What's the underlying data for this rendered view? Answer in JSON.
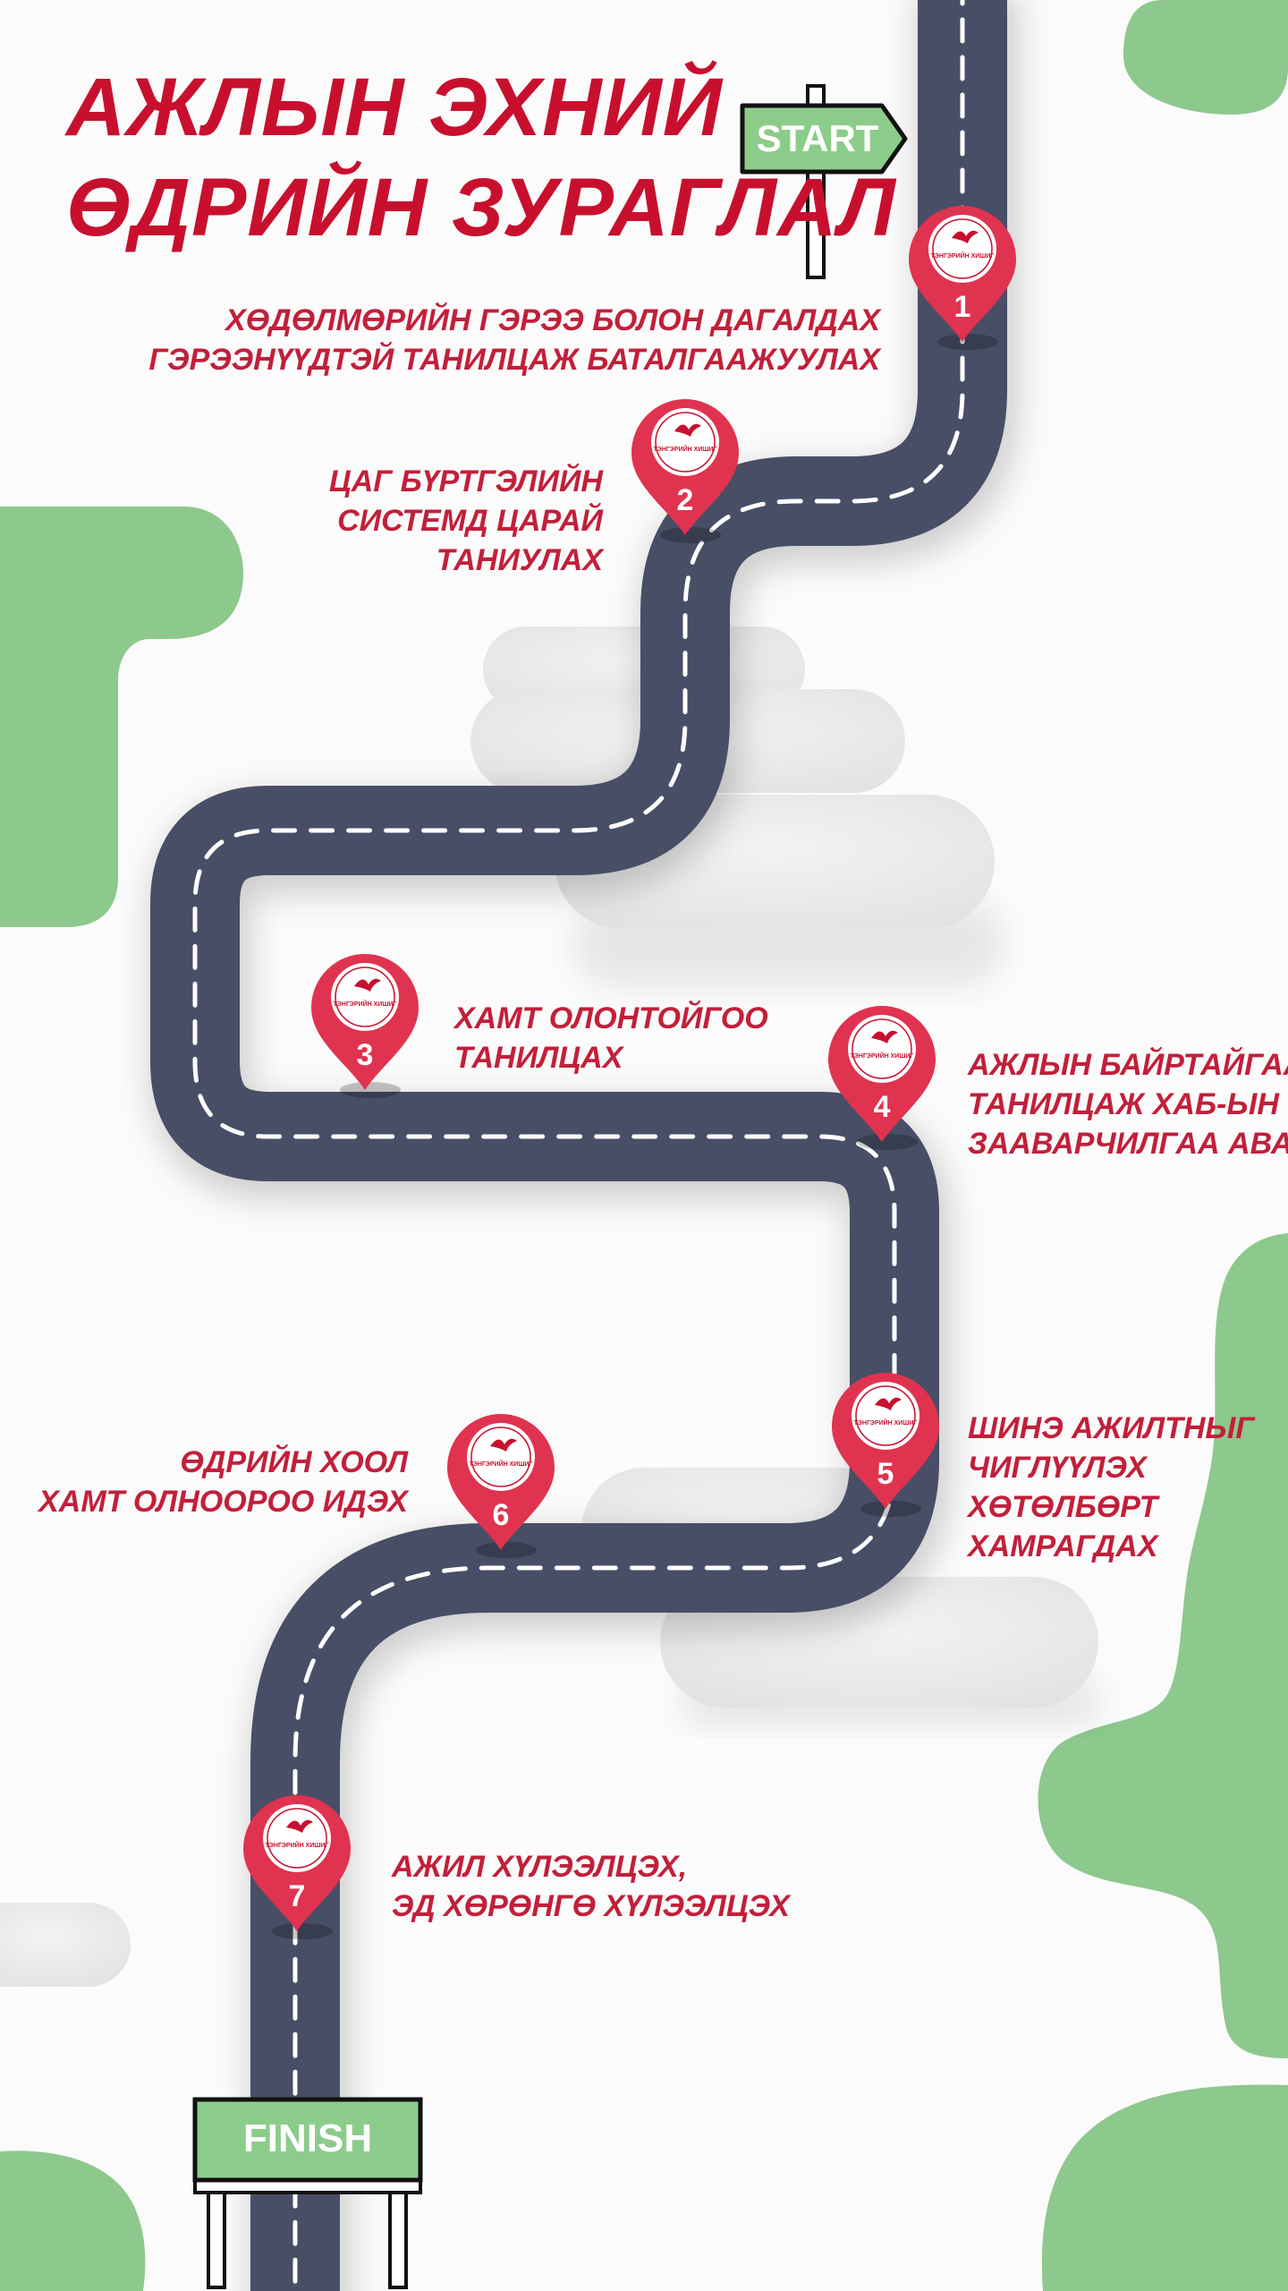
{
  "title": {
    "line1": "АЖЛЫН ЭХНИЙ",
    "line2": "ӨДРИЙН ЗУРАГЛАЛ"
  },
  "signs": {
    "start": "START",
    "finish": "FINISH"
  },
  "colors": {
    "accent_red": "#c8102e",
    "road": "#474e66",
    "pin": "#e0334f",
    "blob_green": "#8dc88d",
    "sign_green": "#8ccc8a"
  },
  "pin_logo_text": "ТЭНГЭРИЙН ХИШИГ",
  "steps": [
    {
      "number": "1",
      "lines": [
        "ХӨДӨЛМӨРИЙН ГЭРЭЭ БОЛОН ДАГАЛДАХ",
        "ГЭРЭЭНҮҮДТЭЙ ТАНИЛЦАЖ БАТАЛГААЖУУЛАХ"
      ]
    },
    {
      "number": "2",
      "lines": [
        "ЦАГ БҮРТГЭЛИЙН",
        "СИСТЕМД ЦАРАЙ",
        "ТАНИУЛАХ"
      ]
    },
    {
      "number": "3",
      "lines": [
        "ХАМТ ОЛОНТОЙГОО",
        "ТАНИЛЦАХ"
      ]
    },
    {
      "number": "4",
      "lines": [
        "АЖЛЫН БАЙРТАЙГАА",
        "ТАНИЛЦАЖ ХАБ-ЫН",
        "ЗААВАРЧИЛГАА АВАХ"
      ]
    },
    {
      "number": "5",
      "lines": [
        "ШИНЭ АЖИЛТНЫГ",
        "ЧИГЛҮҮЛЭХ",
        "ХӨТӨЛБӨРТ",
        "ХАМРАГДАХ"
      ]
    },
    {
      "number": "6",
      "lines": [
        "ӨДРИЙН ХООЛ",
        "ХАМТ ОЛНООРОО ИДЭХ"
      ]
    },
    {
      "number": "7",
      "lines": [
        "АЖИЛ ХҮЛЭЭЛЦЭХ,",
        "ЭД ХӨРӨНГӨ ХҮЛЭЭЛЦЭХ"
      ]
    }
  ]
}
